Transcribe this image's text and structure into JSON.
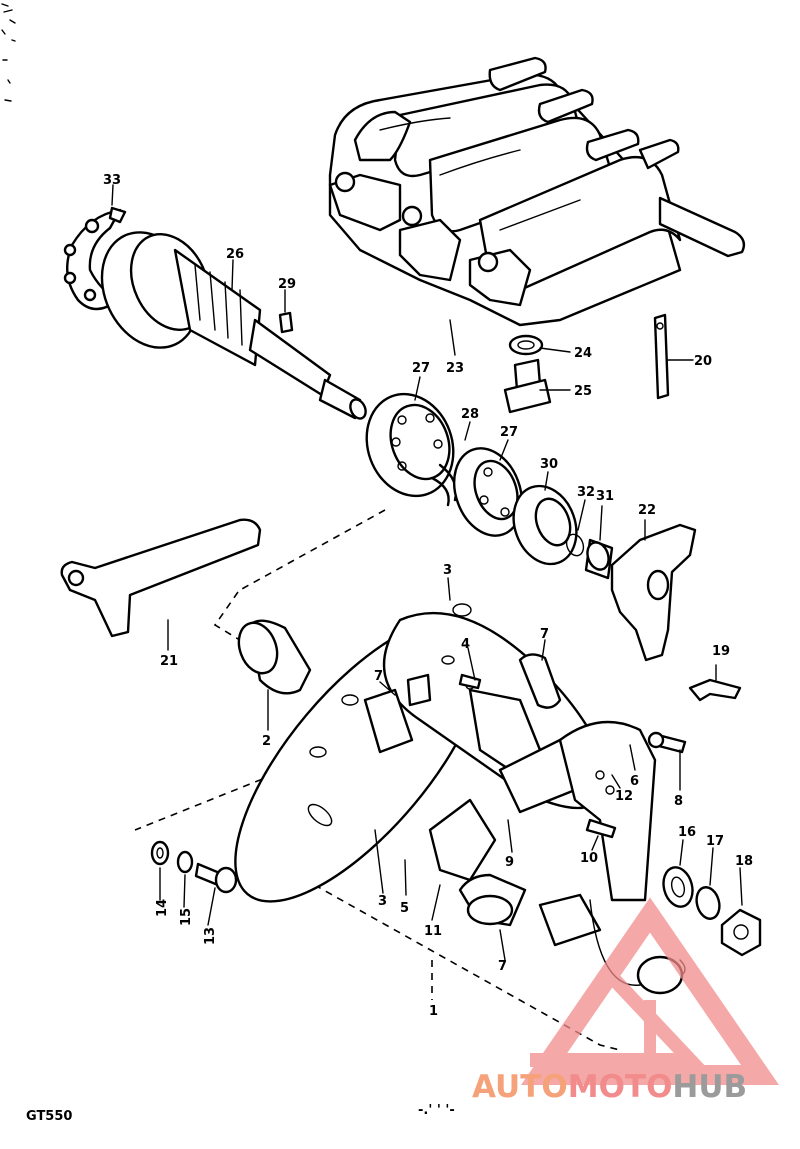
{
  "model": "GT550",
  "footer_mark": "-.' ' '-",
  "watermark": {
    "part1": "AUTO",
    "part2": "MOTO",
    "part3": "HUB",
    "color_primary": "#f5a27a",
    "color_secondary": "#f28b8b",
    "color_tertiary": "#9b9b9b"
  },
  "callouts": {
    "c1": "1",
    "c2": "2",
    "c3a": "3",
    "c3b": "3",
    "c4": "4",
    "c5": "5",
    "c6": "6",
    "c7a": "7",
    "c7b": "7",
    "c7c": "7",
    "c8": "8",
    "c9": "9",
    "c10": "10",
    "c11": "11",
    "c12": "12",
    "c13": "13",
    "c14": "14",
    "c15": "15",
    "c16": "16",
    "c17": "17",
    "c18": "18",
    "c19": "19",
    "c20": "20",
    "c21": "21",
    "c22": "22",
    "c23": "23",
    "c24": "24",
    "c25": "25",
    "c26": "26",
    "c27a": "27",
    "c27b": "27",
    "c28": "28",
    "c29": "29",
    "c30": "30",
    "c31": "31",
    "c32": "32",
    "c33": "33"
  }
}
